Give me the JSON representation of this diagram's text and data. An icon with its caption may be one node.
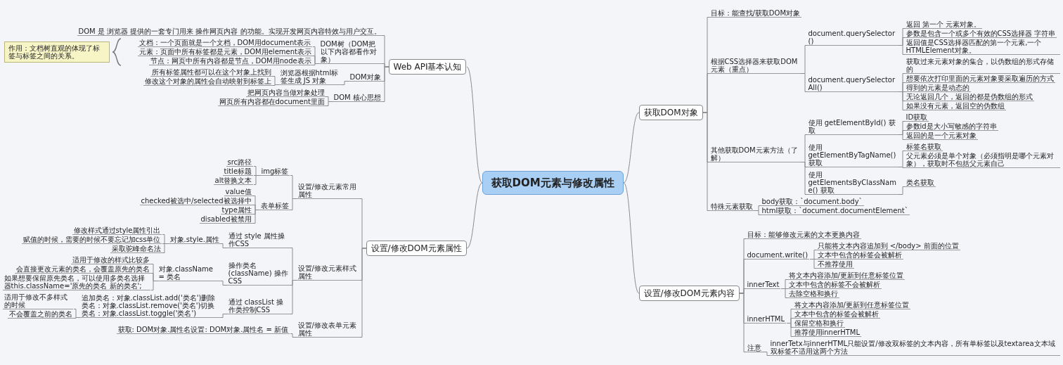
{
  "diagram": {
    "nodes": [
      {
        "text": [
          "获取DOM元素与修改属性"
        ]
      },
      {
        "text": [
          "Web API基本认知"
        ]
      },
      {
        "text": [
          "DOM 是 浏览器 提供的一套专门用来 操作网页内容 的功能。实现开发网页内容特效与用户交互。"
        ]
      },
      {
        "text": [
          "DOM树（DOM把以下内容都看作对象）"
        ]
      },
      {
        "text": [
          "文档：一个页面就是一个文档，DOM用document表示"
        ]
      },
      {
        "text": [
          "元素：页面中所有标签都是元素，DOM用element表示"
        ]
      },
      {
        "text": [
          "节点：网页中所有内容都是节点，DOM用node表示"
        ]
      },
      {
        "text": [
          "作用：文档树直观的体现了标签与标签之间的关系。"
        ]
      },
      {
        "text": [
          "DOM对象"
        ]
      },
      {
        "text": [
          "浏览器根据html标签生成 JS 对象"
        ]
      },
      {
        "text": [
          "所有标签属性都可以在这个对象上找到"
        ]
      },
      {
        "text": [
          "修改这个对象的属性会自动映射到标签上"
        ]
      },
      {
        "text": [
          "DOM 核心思想"
        ]
      },
      {
        "text": [
          "把网页内容当做对象处理"
        ]
      },
      {
        "text": [
          "网页所有内容都在document里面"
        ]
      },
      {
        "text": [
          "获取DOM对象"
        ]
      },
      {
        "text": [
          "目标：能查找/获取DOM对象"
        ]
      },
      {
        "text": [
          "根据CSS选择器来获取DOM元素（重点）"
        ]
      },
      {
        "text": [
          "document.querySelector()"
        ]
      },
      {
        "text": [
          "返回 第一个 元素对象。"
        ]
      },
      {
        "text": [
          "参数是包含一个或多个有效的CSS选择器 字符串"
        ]
      },
      {
        "text": [
          "返回值是CSS选择器匹配的第一个元素,一个 HTMLElement对象。"
        ]
      },
      {
        "text": [
          "document.querySelectorAll()"
        ]
      },
      {
        "text": [
          "获取过来元素对象的集合，以伪数组的形式存储的"
        ]
      },
      {
        "text": [
          "想要依次打印里面的元素对象要采取遍历的方式"
        ]
      },
      {
        "text": [
          "得到的元素是动态的"
        ]
      },
      {
        "text": [
          "无论返回几个，返回的都是伪数组的形式"
        ]
      },
      {
        "text": [
          "如果没有元素，返回空的伪数组"
        ]
      },
      {
        "text": [
          "其他获取DOM元素方法（了解）"
        ]
      },
      {
        "text": [
          "使用 getElementById() 获取"
        ]
      },
      {
        "text": [
          "ID获取"
        ]
      },
      {
        "text": [
          "参数id是大小写敏感的字符串"
        ]
      },
      {
        "text": [
          "返回的是一个元素对象"
        ]
      },
      {
        "text": [
          "使用 getElementByTagName() 获取"
        ]
      },
      {
        "text": [
          "标签名获取"
        ]
      },
      {
        "text": [
          "父元素必须是单个对象（必须指明是哪个元素对象），获取时不包括父元素自己"
        ]
      },
      {
        "text": [
          "使用 getElementsByClassName() 获取"
        ]
      },
      {
        "text": [
          "类名获取"
        ]
      },
      {
        "text": [
          "特殊元素获取"
        ]
      },
      {
        "text": [
          "body获取：`document.body`"
        ]
      },
      {
        "text": [
          "html获取：`document.documentElement`"
        ]
      },
      {
        "text": [
          "设置/修改DOM元素内容"
        ]
      },
      {
        "text": [
          "目标：能够修改元素的文本更换内容"
        ]
      },
      {
        "text": [
          "document.write()"
        ]
      },
      {
        "text": [
          "只能将文本内容追加到 </body> 前面的位置"
        ]
      },
      {
        "text": [
          "文本中包含的标签会被解析"
        ]
      },
      {
        "text": [
          "不推荐使用"
        ]
      },
      {
        "text": [
          "innerText"
        ]
      },
      {
        "text": [
          "将文本内容添加/更新到任意标签位置"
        ]
      },
      {
        "text": [
          "文本中包含的标签不会被解析"
        ]
      },
      {
        "text": [
          "去除空格和换行"
        ]
      },
      {
        "text": [
          "innerHTML"
        ]
      },
      {
        "text": [
          "将文本内容添加/更新到任意标签位置"
        ]
      },
      {
        "text": [
          "文本中包含的标签会被解析"
        ]
      },
      {
        "text": [
          "保留空格和换行"
        ]
      },
      {
        "text": [
          "推荐使用innerHTML"
        ]
      },
      {
        "text": [
          "注意"
        ]
      },
      {
        "text": [
          "innerTetx与innerHTML只能设置/修改双标签的文本内容，所有单标签以及textarea文本域双标签不适用这两个方法"
        ]
      },
      {
        "text": [
          "设置/修改DOM元素属性"
        ]
      },
      {
        "text": [
          "设置/修改元素常用属性"
        ]
      },
      {
        "text": [
          "img标签"
        ]
      },
      {
        "text": [
          "src路径"
        ]
      },
      {
        "text": [
          "title标题"
        ]
      },
      {
        "text": [
          "alt替换文本"
        ]
      },
      {
        "text": [
          "表单标签"
        ]
      },
      {
        "text": [
          "value值"
        ]
      },
      {
        "text": [
          "checked被选中/selected被选择中"
        ]
      },
      {
        "text": [
          "type属性"
        ]
      },
      {
        "text": [
          "disabled被禁用"
        ]
      },
      {
        "text": [
          "设置/修改元素样式属性"
        ]
      },
      {
        "text": [
          "通过 style 属性操作CSS"
        ]
      },
      {
        "text": [
          "对象.style.属性"
        ]
      },
      {
        "text": [
          "修改样式通过style属性引出"
        ]
      },
      {
        "text": [
          "赋值的时候，需要的时候不要忘记加css单位"
        ]
      },
      {
        "text": [
          "采取驼峰命名法"
        ]
      },
      {
        "text": [
          "操作类名(className) 操作CSS"
        ]
      },
      {
        "text": [
          "对象.className = 类名"
        ]
      },
      {
        "text": [
          "适用于修改的样式比较多"
        ]
      },
      {
        "text": [
          "会直接更改元素的类名，会覆盖原先的类名"
        ]
      },
      {
        "text": [
          "如果想要保留原先类名，可以使用多类名选择器this.className='原先的类名 新的类名';"
        ]
      },
      {
        "text": [
          "通过 classList 操作类控制CSS"
        ]
      },
      {
        "text": [
          "追加类名：对象.classList.add('类名')删除类名：对象.classList.remove('类名')切换类名：对象.classList.toggle('类名')"
        ]
      },
      {
        "text": [
          "适用于修改不多样式的时候"
        ]
      },
      {
        "text": [
          "不会覆盖之前的类名"
        ]
      },
      {
        "text": [
          "设置/修改表单元素属性"
        ]
      },
      {
        "text": [
          "获取: DOM对象.属性名设置: DOM对象.属性名 = 新值"
        ]
      }
    ],
    "edges": [
      {
        "from": 1,
        "to": 0,
        "arrow": "none"
      },
      {
        "from": 2,
        "to": 1,
        "arrow": "none"
      },
      {
        "from": 3,
        "to": 1,
        "arrow": "none"
      },
      {
        "from": 4,
        "to": 3,
        "arrow": "none"
      },
      {
        "from": 5,
        "to": 3,
        "arrow": "none"
      },
      {
        "from": 6,
        "to": 3,
        "arrow": "none"
      },
      {
        "from": 8,
        "to": 1,
        "arrow": "none"
      },
      {
        "from": 9,
        "to": 8,
        "arrow": "none"
      },
      {
        "from": 10,
        "to": 9,
        "arrow": "none"
      },
      {
        "from": 11,
        "to": 9,
        "arrow": "none"
      },
      {
        "from": 12,
        "to": 1,
        "arrow": "none"
      },
      {
        "from": 13,
        "to": 12,
        "arrow": "none"
      },
      {
        "from": 14,
        "to": 12,
        "arrow": "none"
      },
      {
        "from": 0,
        "to": 15,
        "arrow": "none"
      },
      {
        "from": 15,
        "to": 16,
        "arrow": "none"
      },
      {
        "from": 15,
        "to": 17,
        "arrow": "none"
      },
      {
        "from": 17,
        "to": 18,
        "arrow": "none"
      },
      {
        "from": 18,
        "to": 19,
        "arrow": "none"
      },
      {
        "from": 18,
        "to": 20,
        "arrow": "none"
      },
      {
        "from": 18,
        "to": 21,
        "arrow": "none"
      },
      {
        "from": 17,
        "to": 22,
        "arrow": "none"
      },
      {
        "from": 22,
        "to": 23,
        "arrow": "none"
      },
      {
        "from": 22,
        "to": 24,
        "arrow": "none"
      },
      {
        "from": 22,
        "to": 25,
        "arrow": "none"
      },
      {
        "from": 22,
        "to": 26,
        "arrow": "none"
      },
      {
        "from": 22,
        "to": 27,
        "arrow": "none"
      },
      {
        "from": 15,
        "to": 28,
        "arrow": "none"
      },
      {
        "from": 28,
        "to": 29,
        "arrow": "none"
      },
      {
        "from": 29,
        "to": 30,
        "arrow": "none"
      },
      {
        "from": 29,
        "to": 31,
        "arrow": "none"
      },
      {
        "from": 29,
        "to": 32,
        "arrow": "none"
      },
      {
        "from": 28,
        "to": 33,
        "arrow": "none"
      },
      {
        "from": 33,
        "to": 34,
        "arrow": "none"
      },
      {
        "from": 33,
        "to": 35,
        "arrow": "none"
      },
      {
        "from": 28,
        "to": 36,
        "arrow": "none"
      },
      {
        "from": 36,
        "to": 37,
        "arrow": "none"
      },
      {
        "from": 15,
        "to": 38,
        "arrow": "none"
      },
      {
        "from": 38,
        "to": 39,
        "arrow": "none"
      },
      {
        "from": 38,
        "to": 40,
        "arrow": "none"
      },
      {
        "from": 0,
        "to": 41,
        "arrow": "none"
      },
      {
        "from": 41,
        "to": 42,
        "arrow": "none"
      },
      {
        "from": 41,
        "to": 43,
        "arrow": "none"
      },
      {
        "from": 43,
        "to": 44,
        "arrow": "none"
      },
      {
        "from": 43,
        "to": 45,
        "arrow": "none"
      },
      {
        "from": 43,
        "to": 46,
        "arrow": "none"
      },
      {
        "from": 41,
        "to": 47,
        "arrow": "none"
      },
      {
        "from": 47,
        "to": 48,
        "arrow": "none"
      },
      {
        "from": 47,
        "to": 49,
        "arrow": "none"
      },
      {
        "from": 47,
        "to": 50,
        "arrow": "none"
      },
      {
        "from": 41,
        "to": 51,
        "arrow": "none"
      },
      {
        "from": 51,
        "to": 52,
        "arrow": "none"
      },
      {
        "from": 51,
        "to": 53,
        "arrow": "none"
      },
      {
        "from": 51,
        "to": 54,
        "arrow": "none"
      },
      {
        "from": 51,
        "to": 55,
        "arrow": "none"
      },
      {
        "from": 41,
        "to": 56,
        "arrow": "none"
      },
      {
        "from": 56,
        "to": 57,
        "arrow": "none"
      },
      {
        "from": 58,
        "to": 0,
        "arrow": "none"
      },
      {
        "from": 59,
        "to": 58,
        "arrow": "none"
      },
      {
        "from": 60,
        "to": 59,
        "arrow": "none"
      },
      {
        "from": 61,
        "to": 60,
        "arrow": "none"
      },
      {
        "from": 62,
        "to": 60,
        "arrow": "none"
      },
      {
        "from": 63,
        "to": 60,
        "arrow": "none"
      },
      {
        "from": 64,
        "to": 59,
        "arrow": "none"
      },
      {
        "from": 65,
        "to": 64,
        "arrow": "none"
      },
      {
        "from": 66,
        "to": 64,
        "arrow": "none"
      },
      {
        "from": 67,
        "to": 64,
        "arrow": "none"
      },
      {
        "from": 68,
        "to": 64,
        "arrow": "none"
      },
      {
        "from": 69,
        "to": 58,
        "arrow": "none"
      },
      {
        "from": 70,
        "to": 69,
        "arrow": "none"
      },
      {
        "from": 71,
        "to": 70,
        "arrow": "none"
      },
      {
        "from": 72,
        "to": 71,
        "arrow": "none"
      },
      {
        "from": 73,
        "to": 71,
        "arrow": "none"
      },
      {
        "from": 74,
        "to": 71,
        "arrow": "none"
      },
      {
        "from": 75,
        "to": 69,
        "arrow": "none"
      },
      {
        "from": 76,
        "to": 75,
        "arrow": "none"
      },
      {
        "from": 77,
        "to": 76,
        "arrow": "none"
      },
      {
        "from": 78,
        "to": 76,
        "arrow": "none"
      },
      {
        "from": 79,
        "to": 76,
        "arrow": "none"
      },
      {
        "from": 80,
        "to": 69,
        "arrow": "none"
      },
      {
        "from": 81,
        "to": 80,
        "arrow": "none"
      },
      {
        "from": 82,
        "to": 81,
        "arrow": "none"
      },
      {
        "from": 83,
        "to": 81,
        "arrow": "none"
      },
      {
        "from": 84,
        "to": 58,
        "arrow": "none"
      },
      {
        "from": 85,
        "to": 84,
        "arrow": "none"
      }
    ]
  }
}
